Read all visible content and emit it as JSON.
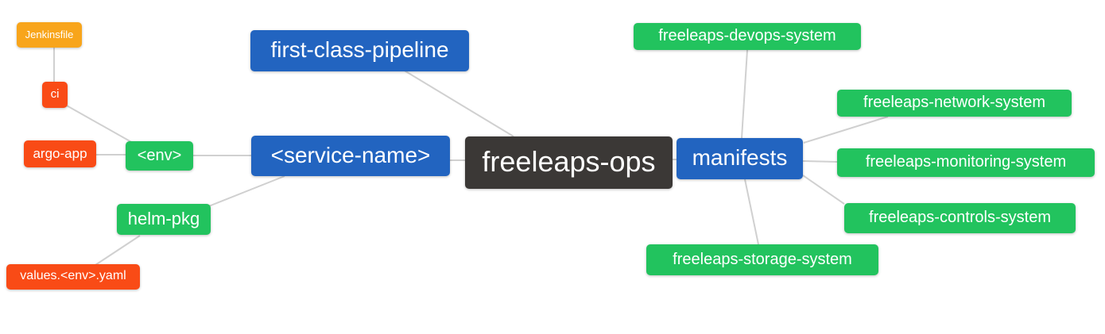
{
  "diagram": {
    "type": "mindmap",
    "root_label": "freeleaps-ops",
    "palette": {
      "blue": "#2264c0",
      "green": "#22c35e",
      "orange": "#f8a51b",
      "red": "#f94b16",
      "dark": "#3b3836",
      "edge": "#d0d0d0",
      "text": "#ffffff",
      "background": "#ffffff"
    },
    "nodes": {
      "freeleaps_ops": {
        "label": "freeleaps-ops",
        "color": "dark"
      },
      "first_class_pipeline": {
        "label": "first-class-pipeline",
        "color": "blue"
      },
      "service_name": {
        "label": "<service-name>",
        "color": "blue"
      },
      "manifests": {
        "label": "manifests",
        "color": "blue"
      },
      "env": {
        "label": "<env>",
        "color": "green"
      },
      "helm_pkg": {
        "label": "helm-pkg",
        "color": "green"
      },
      "ci": {
        "label": "ci",
        "color": "red"
      },
      "argo_app": {
        "label": "argo-app",
        "color": "red"
      },
      "values_env_yaml": {
        "label": "values.<env>.yaml",
        "color": "red"
      },
      "jenkinsfile": {
        "label": "Jenkinsfile",
        "color": "orange"
      },
      "devops_system": {
        "label": "freeleaps-devops-system",
        "color": "green"
      },
      "network_system": {
        "label": "freeleaps-network-system",
        "color": "green"
      },
      "monitoring_system": {
        "label": "freeleaps-monitoring-system",
        "color": "green"
      },
      "controls_system": {
        "label": "freeleaps-controls-system",
        "color": "green"
      },
      "storage_system": {
        "label": "freeleaps-storage-system",
        "color": "green"
      }
    },
    "edges": [
      {
        "from": "jenkinsfile",
        "to": "ci"
      },
      {
        "from": "ci",
        "to": "env"
      },
      {
        "from": "argo_app",
        "to": "env"
      },
      {
        "from": "env",
        "to": "service_name"
      },
      {
        "from": "helm_pkg",
        "to": "service_name"
      },
      {
        "from": "values_env_yaml",
        "to": "helm_pkg"
      },
      {
        "from": "first_class_pipeline",
        "to": "freeleaps_ops"
      },
      {
        "from": "service_name",
        "to": "freeleaps_ops"
      },
      {
        "from": "freeleaps_ops",
        "to": "manifests"
      },
      {
        "from": "manifests",
        "to": "devops_system"
      },
      {
        "from": "manifests",
        "to": "network_system"
      },
      {
        "from": "manifests",
        "to": "monitoring_system"
      },
      {
        "from": "manifests",
        "to": "controls_system"
      },
      {
        "from": "manifests",
        "to": "storage_system"
      }
    ]
  }
}
